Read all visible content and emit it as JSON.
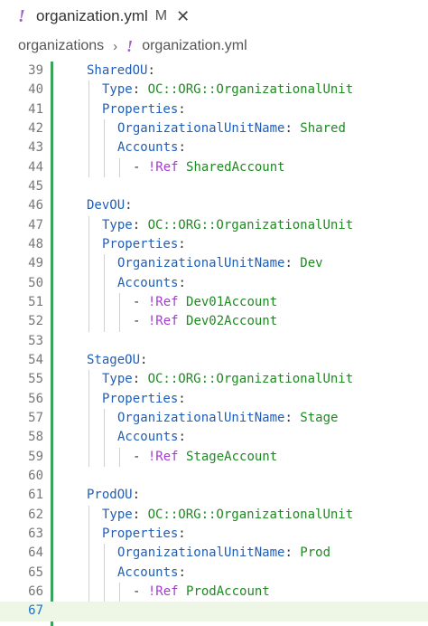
{
  "tab": {
    "title": "organization.yml",
    "modified_badge": "M",
    "close_glyph": "✕",
    "file_type_glyph": "!"
  },
  "breadcrumb": {
    "folder": "organizations",
    "separator": "›",
    "file": "organization.yml",
    "file_type_glyph": "!"
  },
  "editor": {
    "current_line": 67,
    "lines": [
      {
        "n": "39",
        "indent": 0,
        "parts": [
          {
            "c": "k",
            "t": "SharedOU"
          },
          {
            "c": "p",
            "t": ":"
          }
        ]
      },
      {
        "n": "40",
        "indent": 1,
        "parts": [
          {
            "c": "k",
            "t": "Type"
          },
          {
            "c": "p",
            "t": ": "
          },
          {
            "c": "s",
            "t": "OC::ORG::OrganizationalUnit"
          }
        ]
      },
      {
        "n": "41",
        "indent": 1,
        "parts": [
          {
            "c": "k",
            "t": "Properties"
          },
          {
            "c": "p",
            "t": ":"
          }
        ]
      },
      {
        "n": "42",
        "indent": 2,
        "parts": [
          {
            "c": "k",
            "t": "OrganizationalUnitName"
          },
          {
            "c": "p",
            "t": ": "
          },
          {
            "c": "s",
            "t": "Shared"
          }
        ]
      },
      {
        "n": "43",
        "indent": 2,
        "parts": [
          {
            "c": "k",
            "t": "Accounts"
          },
          {
            "c": "p",
            "t": ":"
          }
        ]
      },
      {
        "n": "44",
        "indent": 3,
        "parts": [
          {
            "c": "p",
            "t": "- "
          },
          {
            "c": "t",
            "t": "!Ref"
          },
          {
            "c": "p",
            "t": " "
          },
          {
            "c": "s",
            "t": "SharedAccount"
          }
        ]
      },
      {
        "n": "45",
        "indent": 0,
        "parts": []
      },
      {
        "n": "46",
        "indent": 0,
        "parts": [
          {
            "c": "k",
            "t": "DevOU"
          },
          {
            "c": "p",
            "t": ":"
          }
        ]
      },
      {
        "n": "47",
        "indent": 1,
        "parts": [
          {
            "c": "k",
            "t": "Type"
          },
          {
            "c": "p",
            "t": ": "
          },
          {
            "c": "s",
            "t": "OC::ORG::OrganizationalUnit"
          }
        ]
      },
      {
        "n": "48",
        "indent": 1,
        "parts": [
          {
            "c": "k",
            "t": "Properties"
          },
          {
            "c": "p",
            "t": ":"
          }
        ]
      },
      {
        "n": "49",
        "indent": 2,
        "parts": [
          {
            "c": "k",
            "t": "OrganizationalUnitName"
          },
          {
            "c": "p",
            "t": ": "
          },
          {
            "c": "s",
            "t": "Dev"
          }
        ]
      },
      {
        "n": "50",
        "indent": 2,
        "parts": [
          {
            "c": "k",
            "t": "Accounts"
          },
          {
            "c": "p",
            "t": ":"
          }
        ]
      },
      {
        "n": "51",
        "indent": 3,
        "parts": [
          {
            "c": "p",
            "t": "- "
          },
          {
            "c": "t",
            "t": "!Ref"
          },
          {
            "c": "p",
            "t": " "
          },
          {
            "c": "s",
            "t": "Dev01Account"
          }
        ]
      },
      {
        "n": "52",
        "indent": 3,
        "parts": [
          {
            "c": "p",
            "t": "- "
          },
          {
            "c": "t",
            "t": "!Ref"
          },
          {
            "c": "p",
            "t": " "
          },
          {
            "c": "s",
            "t": "Dev02Account"
          }
        ]
      },
      {
        "n": "53",
        "indent": 0,
        "parts": []
      },
      {
        "n": "54",
        "indent": 0,
        "parts": [
          {
            "c": "k",
            "t": "StageOU"
          },
          {
            "c": "p",
            "t": ":"
          }
        ]
      },
      {
        "n": "55",
        "indent": 1,
        "parts": [
          {
            "c": "k",
            "t": "Type"
          },
          {
            "c": "p",
            "t": ": "
          },
          {
            "c": "s",
            "t": "OC::ORG::OrganizationalUnit"
          }
        ]
      },
      {
        "n": "56",
        "indent": 1,
        "parts": [
          {
            "c": "k",
            "t": "Properties"
          },
          {
            "c": "p",
            "t": ":"
          }
        ]
      },
      {
        "n": "57",
        "indent": 2,
        "parts": [
          {
            "c": "k",
            "t": "OrganizationalUnitName"
          },
          {
            "c": "p",
            "t": ": "
          },
          {
            "c": "s",
            "t": "Stage"
          }
        ]
      },
      {
        "n": "58",
        "indent": 2,
        "parts": [
          {
            "c": "k",
            "t": "Accounts"
          },
          {
            "c": "p",
            "t": ":"
          }
        ]
      },
      {
        "n": "59",
        "indent": 3,
        "parts": [
          {
            "c": "p",
            "t": "- "
          },
          {
            "c": "t",
            "t": "!Ref"
          },
          {
            "c": "p",
            "t": " "
          },
          {
            "c": "s",
            "t": "StageAccount"
          }
        ]
      },
      {
        "n": "60",
        "indent": 0,
        "parts": []
      },
      {
        "n": "61",
        "indent": 0,
        "parts": [
          {
            "c": "k",
            "t": "ProdOU"
          },
          {
            "c": "p",
            "t": ":"
          }
        ]
      },
      {
        "n": "62",
        "indent": 1,
        "parts": [
          {
            "c": "k",
            "t": "Type"
          },
          {
            "c": "p",
            "t": ": "
          },
          {
            "c": "s",
            "t": "OC::ORG::OrganizationalUnit"
          }
        ]
      },
      {
        "n": "63",
        "indent": 1,
        "parts": [
          {
            "c": "k",
            "t": "Properties"
          },
          {
            "c": "p",
            "t": ":"
          }
        ]
      },
      {
        "n": "64",
        "indent": 2,
        "parts": [
          {
            "c": "k",
            "t": "OrganizationalUnitName"
          },
          {
            "c": "p",
            "t": ": "
          },
          {
            "c": "s",
            "t": "Prod"
          }
        ]
      },
      {
        "n": "65",
        "indent": 2,
        "parts": [
          {
            "c": "k",
            "t": "Accounts"
          },
          {
            "c": "p",
            "t": ":"
          }
        ]
      },
      {
        "n": "66",
        "indent": 3,
        "parts": [
          {
            "c": "p",
            "t": "- "
          },
          {
            "c": "t",
            "t": "!Ref"
          },
          {
            "c": "p",
            "t": " "
          },
          {
            "c": "s",
            "t": "ProdAccount"
          }
        ]
      },
      {
        "n": "67",
        "indent": 0,
        "parts": []
      }
    ]
  },
  "colors": {
    "key": "#1f5fb8",
    "string": "#1e8a22",
    "tag": "#a33bd1",
    "gutter_bar": "#3aa55a",
    "current_line": "#eef6e6",
    "yaml_icon": "#a45ccf"
  }
}
